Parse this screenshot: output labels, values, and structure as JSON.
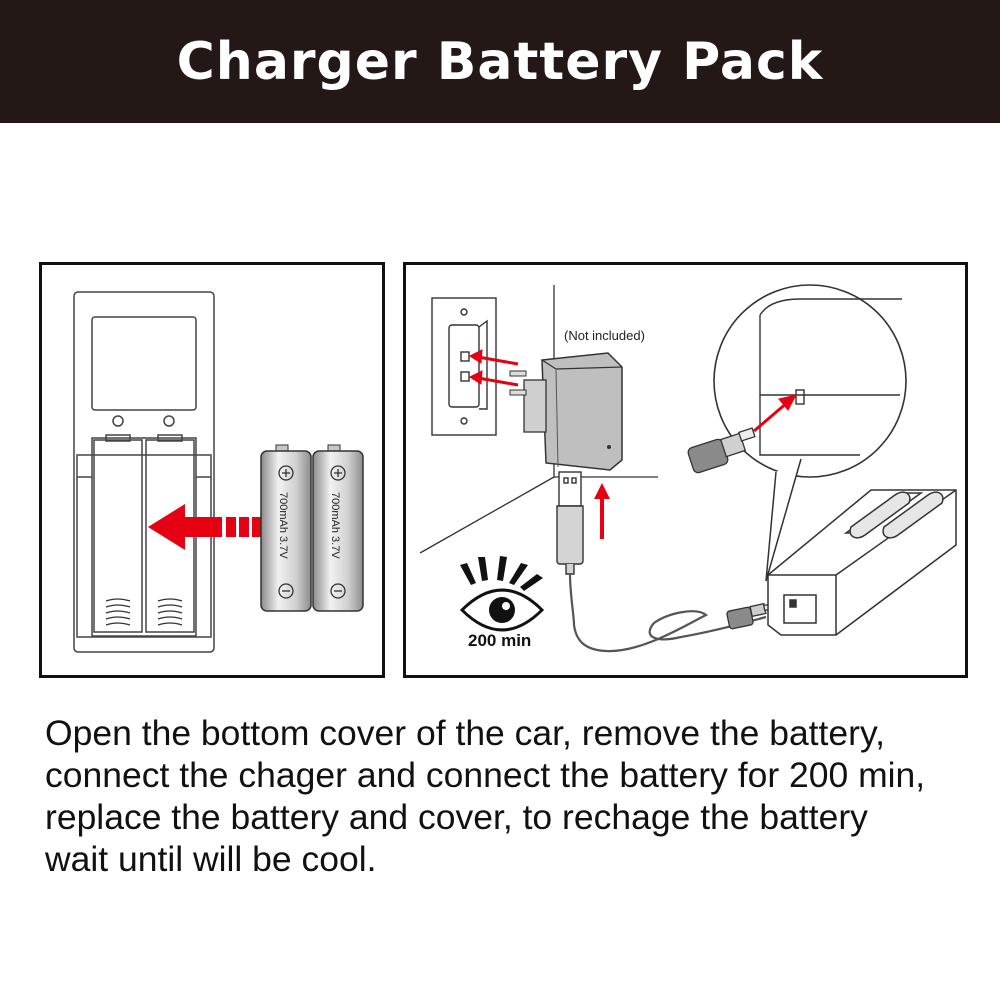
{
  "header": {
    "title": "Charger Battery Pack",
    "background_color": "#231815",
    "text_color": "#ffffff"
  },
  "left_panel": {
    "battery_label": "700mAh 3.7V",
    "arrow_color": "#e50012"
  },
  "right_panel": {
    "adapter_note": "(Not included)",
    "charge_time": "200 min",
    "arrow_color": "#e50012"
  },
  "instructions": {
    "lines": [
      "Open the bottom cover of the car, remove the battery,",
      "connect the chager and connect the battery for 200 min,",
      "replace the battery and cover, to rechage the battery",
      "wait until will be cool."
    ]
  },
  "icons": [
    "eye-icon",
    "wall-outlet-icon",
    "ac-adapter-icon",
    "usb-plug-icon",
    "battery-icon",
    "charger-dock-icon"
  ]
}
